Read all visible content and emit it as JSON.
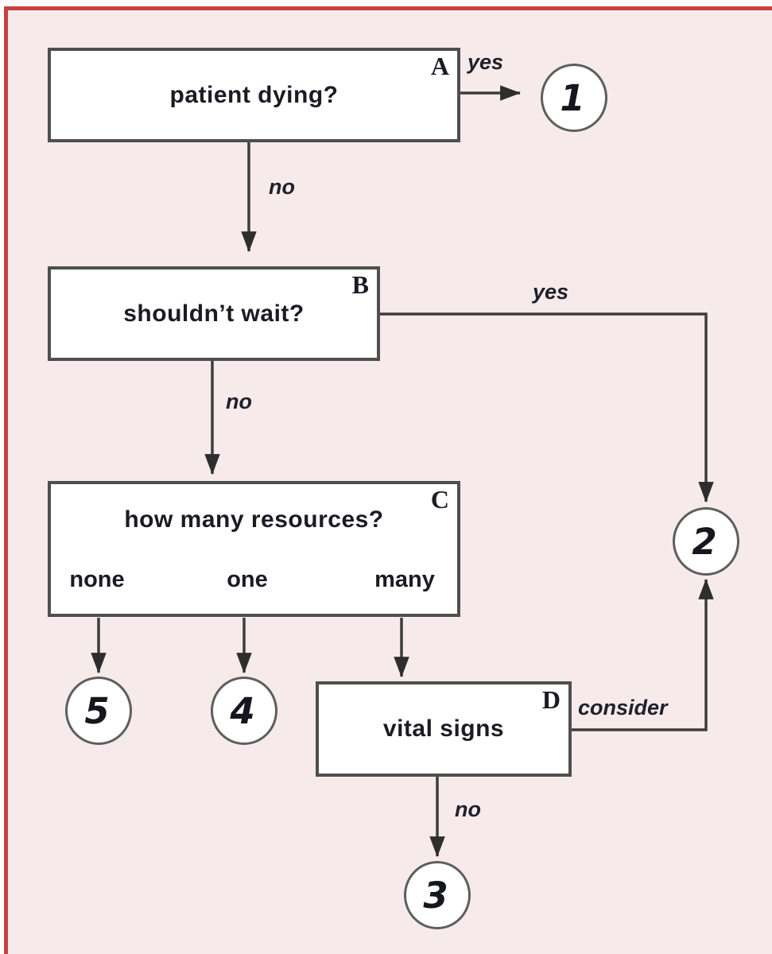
{
  "colors": {
    "page_bg": "#ffffff",
    "panel_bg": "#f6ebea",
    "frame_red": "#c5433f",
    "box_border": "#4f4f4f",
    "box_bg": "#ffffff",
    "text": "#1b1b24",
    "arrow": "#3d3d3d",
    "circle_border": "#5e5e5e"
  },
  "diagram": {
    "nodes": {
      "a": {
        "letter": "A",
        "label": "patient dying?"
      },
      "b": {
        "letter": "B",
        "label": "shouldn’t wait?"
      },
      "c": {
        "letter": "C",
        "label": "how many resources?",
        "options": [
          "none",
          "one",
          "many"
        ]
      },
      "d": {
        "letter": "D",
        "label": "vital signs"
      }
    },
    "edges": {
      "a_yes": "yes",
      "a_no": "no",
      "b_yes": "yes",
      "b_no": "no",
      "d_consider": "consider",
      "d_no": "no"
    },
    "terminals": {
      "t1": "1",
      "t2": "2",
      "t3": "3",
      "t4": "4",
      "t5": "5"
    }
  }
}
